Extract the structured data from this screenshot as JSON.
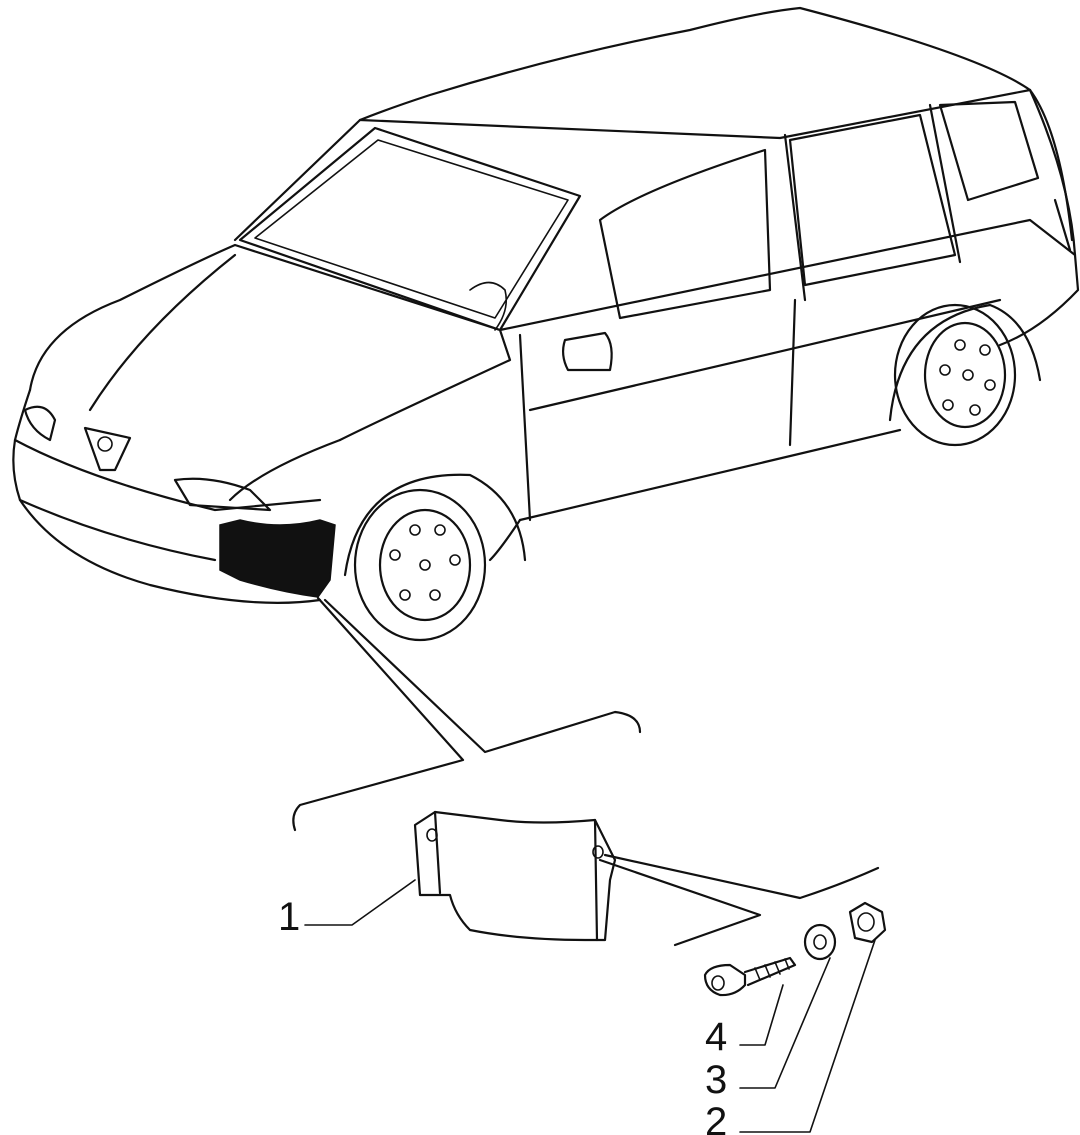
{
  "callouts": [
    {
      "id": "bracket",
      "label": "1"
    },
    {
      "id": "nut",
      "label": "2"
    },
    {
      "id": "washer",
      "label": "3"
    },
    {
      "id": "screw",
      "label": "4"
    }
  ],
  "colors": {
    "line": "#111111",
    "background": "#ffffff"
  }
}
